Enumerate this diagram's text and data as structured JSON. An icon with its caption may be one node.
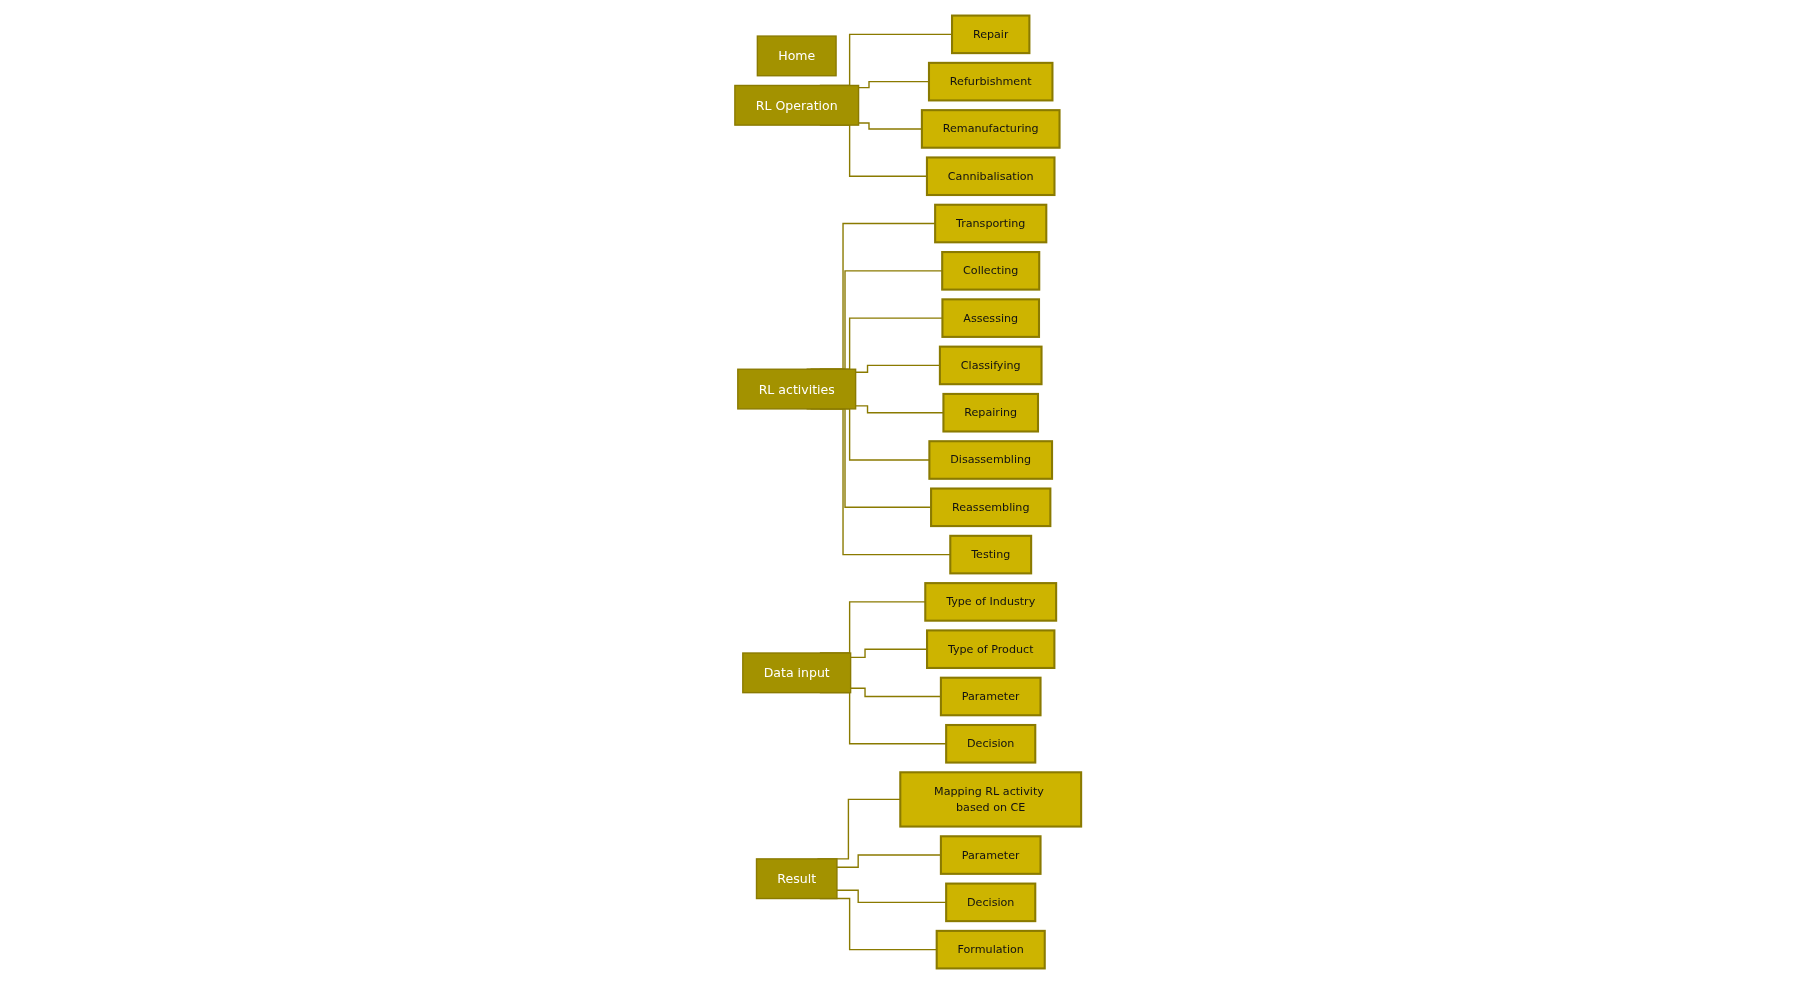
{
  "diagram": {
    "nodes": [
      {
        "text": [
          "Home"
        ]
      },
      {
        "text": [
          "RL Operation"
        ]
      },
      {
        "text": [
          "Repair"
        ]
      },
      {
        "text": [
          "Refurbishment"
        ]
      },
      {
        "text": [
          "Remanufacturing"
        ]
      },
      {
        "text": [
          "Cannibalisation"
        ]
      },
      {
        "text": [
          "RL activities"
        ]
      },
      {
        "text": [
          "Transporting"
        ]
      },
      {
        "text": [
          "Collecting"
        ]
      },
      {
        "text": [
          "Assessing"
        ]
      },
      {
        "text": [
          "Classifying"
        ]
      },
      {
        "text": [
          "Repairing"
        ]
      },
      {
        "text": [
          "Disassembling"
        ]
      },
      {
        "text": [
          "Reassembling"
        ]
      },
      {
        "text": [
          "Testing"
        ]
      },
      {
        "text": [
          "Data input"
        ]
      },
      {
        "text": [
          "Type of Industry"
        ]
      },
      {
        "text": [
          "Type of Product"
        ]
      },
      {
        "text": [
          "Parameter"
        ]
      },
      {
        "text": [
          "Decision"
        ]
      },
      {
        "text": [
          "Result"
        ]
      },
      {
        "text": [
          "Mapping RL activity based on CE"
        ]
      },
      {
        "text": [
          "Parameter"
        ]
      },
      {
        "text": [
          "Decision"
        ]
      },
      {
        "text": [
          "Formulation"
        ]
      }
    ],
    "edges": [
      {
        "from": 1,
        "to": 2,
        "arrow": "none"
      },
      {
        "from": 1,
        "to": 3,
        "arrow": "none"
      },
      {
        "from": 1,
        "to": 4,
        "arrow": "none"
      },
      {
        "from": 1,
        "to": 5,
        "arrow": "none"
      },
      {
        "from": 6,
        "to": 7,
        "arrow": "none"
      },
      {
        "from": 6,
        "to": 8,
        "arrow": "none"
      },
      {
        "from": 6,
        "to": 9,
        "arrow": "none"
      },
      {
        "from": 6,
        "to": 10,
        "arrow": "none"
      },
      {
        "from": 6,
        "to": 11,
        "arrow": "none"
      },
      {
        "from": 6,
        "to": 12,
        "arrow": "none"
      },
      {
        "from": 6,
        "to": 13,
        "arrow": "none"
      },
      {
        "from": 6,
        "to": 14,
        "arrow": "none"
      },
      {
        "from": 15,
        "to": 16,
        "arrow": "none"
      },
      {
        "from": 15,
        "to": 17,
        "arrow": "none"
      },
      {
        "from": 15,
        "to": 18,
        "arrow": "none"
      },
      {
        "from": 15,
        "to": 19,
        "arrow": "none"
      },
      {
        "from": 20,
        "to": 21,
        "arrow": "none"
      },
      {
        "from": 20,
        "to": 22,
        "arrow": "none"
      },
      {
        "from": 20,
        "to": 23,
        "arrow": "none"
      },
      {
        "from": 20,
        "to": 24,
        "arrow": "none"
      }
    ]
  }
}
